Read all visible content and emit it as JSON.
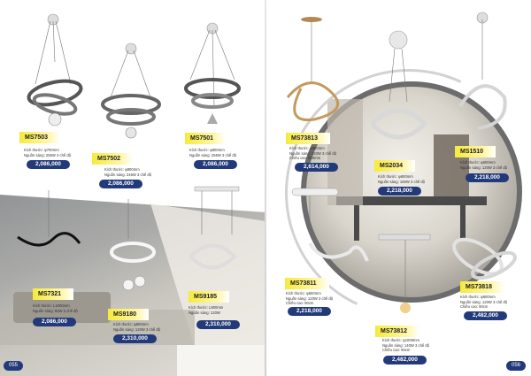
{
  "products": [
    {
      "code": "MS7503",
      "size": "Kích thước: φ700mm",
      "power": "Nguồn sáng: 256W 3 chế độ",
      "price": "2,086,000"
    },
    {
      "code": "MS7502",
      "size": "Kích thước: φ800mm",
      "power": "Nguồn sáng: 246W 3 chế độ",
      "price": "2,086,000"
    },
    {
      "code": "MS7501",
      "size": "Kích thước: φ800mm",
      "power": "Nguồn sáng: 256W 3 chế độ",
      "price": "2,086,000"
    },
    {
      "code": "MS7321",
      "size": "Kích thước: L1000mm",
      "power": "Nguồn sáng: 60W 3 chế độ",
      "price": "2,086,000"
    },
    {
      "code": "MS9180",
      "size": "Kích thước: φ800mm",
      "power": "Nguồn sáng: 120W 3 chế độ",
      "price": "2,310,000"
    },
    {
      "code": "MS9185",
      "size": "Kích thước: L900mm",
      "power": "Nguồn sáng: 120W",
      "price": "2,310,000"
    },
    {
      "code": "MS73813",
      "size": "Kích thước: φ600mm",
      "power": "Nguồn sáng: 120W 3 chế độ",
      "extra": "Chiều cao: 900mm",
      "price": "2,614,000"
    },
    {
      "code": "MS2034",
      "size": "Kích thước: φ600mm",
      "power": "Nguồn sáng: 180W 3 chế độ",
      "price": "2,218,000"
    },
    {
      "code": "MS1510",
      "size": "Kích thước: φ600mm",
      "power": "Nguồn sáng: 120W 3 chế độ",
      "price": "2,218,000"
    },
    {
      "code": "MS73811",
      "size": "Kích thước: φ600mm",
      "power": "Nguồn sáng: 120W 3 chế độ",
      "extra": "Chiều cao: 90cm",
      "price": "2,218,000"
    },
    {
      "code": "MS73818",
      "size": "Kích thước: φ600mm",
      "power": "Nguồn sáng: 120W 3 chế độ",
      "extra": "Chiều cao: 90cm",
      "price": "2,482,000"
    },
    {
      "code": "MS73812",
      "size": "Kích thước: φ1000mm",
      "power": "Nguồn sáng: 140W 3 chế độ",
      "extra": "Chiều cao: 90cm",
      "price": "2,482,000"
    }
  ],
  "page_left": "055",
  "page_right": "056",
  "colors": {
    "tag": "#f6ea3c",
    "price": "#233a7a"
  }
}
